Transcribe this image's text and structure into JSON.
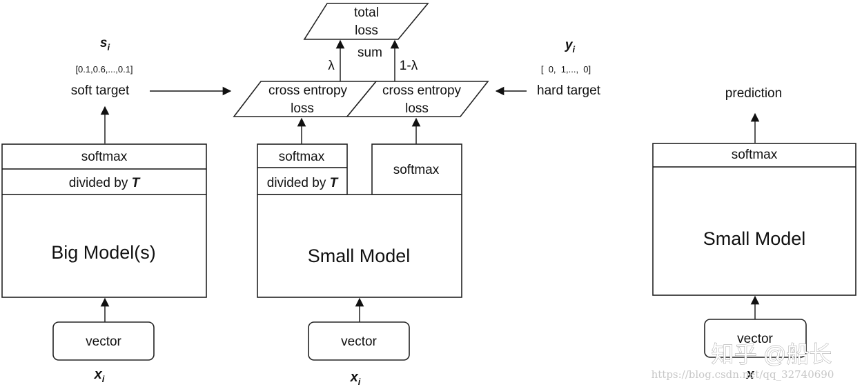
{
  "teacher": {
    "s_label": "s",
    "s_sub": "i",
    "soft_vector": "[0.1,0.6,...,0.1]",
    "soft_target": "soft target",
    "softmax": "softmax",
    "divided_prefix": "divided by ",
    "divided_T": "T",
    "model": "Big Model(s)",
    "vector": "vector",
    "x_label": "x",
    "x_sub": "i"
  },
  "student": {
    "total_loss_line1": "total",
    "total_loss_line2": "loss",
    "sum": "sum",
    "lambda": "λ",
    "one_minus_lambda": "1-λ",
    "ce_line1": "cross entropy",
    "ce_line2": "loss",
    "softmax": "softmax",
    "divided_prefix": "divided by ",
    "divided_T": "T",
    "model": "Small Model",
    "vector": "vector",
    "x_label": "x",
    "x_sub": "i",
    "y_label": "y",
    "y_sub": "i",
    "hard_vector": "[  0,  1,...,  0]",
    "hard_target": "hard target"
  },
  "inference": {
    "prediction": "prediction",
    "softmax": "softmax",
    "model": "Small Model",
    "vector": "vector",
    "x_label": "x"
  },
  "watermark": {
    "zhihu": "知乎 @船长",
    "url": "https://blog.csdn.net/qq_32740690"
  }
}
